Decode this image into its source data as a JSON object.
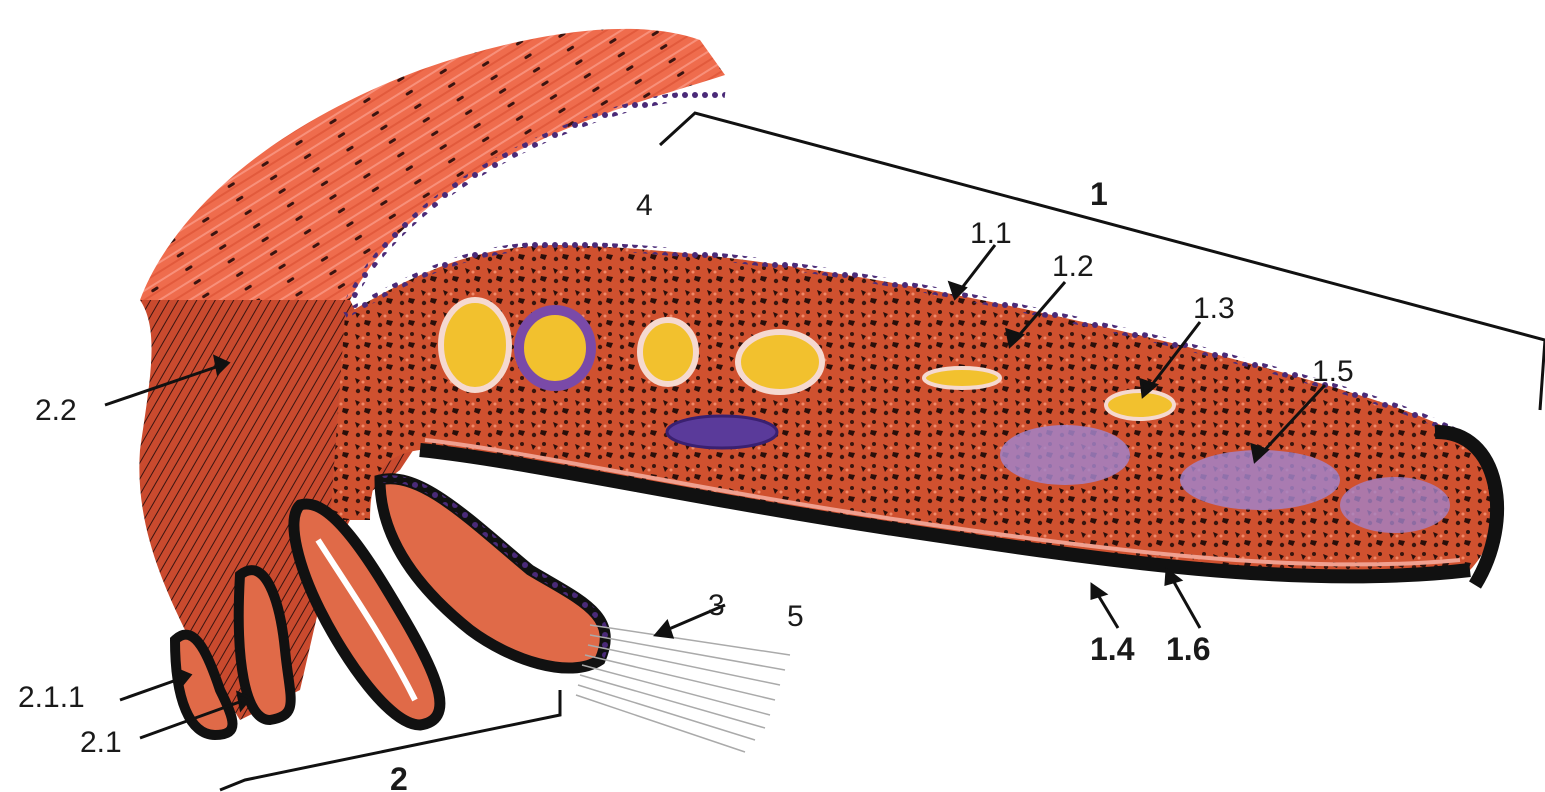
{
  "diagram": {
    "labels": {
      "l1": "1",
      "l1_1": "1.1",
      "l1_2": "1.2",
      "l1_3": "1.3",
      "l1_4": "1.4",
      "l1_5": "1.5",
      "l1_6": "1.6",
      "l2": "2",
      "l2_1": "2.1",
      "l2_1_1": "2.1.1",
      "l2_2": "2.2",
      "l3": "3",
      "l4": "4",
      "l5": "5"
    },
    "colors": {
      "tissue": "#d9553a",
      "tissue_light": "#ef7a5c",
      "muscle": "#ee6a4a",
      "epithelium": "#2a1a4a",
      "vessel_lumen": "#f2c12e",
      "vessel_wall": "#7a4aa8",
      "glands": "#9a78c0",
      "outline": "#111111"
    }
  }
}
